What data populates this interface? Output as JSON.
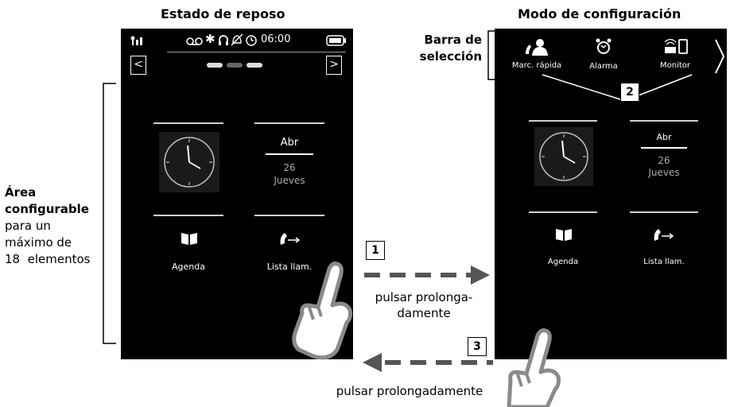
{
  "titles": {
    "left": "Estado de reposo",
    "right": "Modo de configuración"
  },
  "left_screen": {
    "status_time": "06:00",
    "status_icons": [
      "signal-icon",
      "answering-machine-icon",
      "bluetooth-icon",
      "headset-icon",
      "ringer-off-icon",
      "alarm-icon",
      "battery-icon"
    ],
    "nav_prev": "<",
    "nav_next": ">",
    "date_month": "Abr",
    "date_day": "26",
    "date_weekday": "Jueves",
    "tile_agenda": "Agenda",
    "tile_calls": "Lista llam."
  },
  "right_screen": {
    "selection_bar": [
      {
        "label": "Marc. rápida",
        "icon": "speed-dial-icon"
      },
      {
        "label": "Alarma",
        "icon": "alarm-clock-icon"
      },
      {
        "label": "Monitor",
        "icon": "baby-monitor-icon"
      }
    ],
    "date_month": "Abr",
    "date_day": "26",
    "date_weekday": "Jueves",
    "tile_agenda": "Agenda",
    "tile_calls": "Lista llam."
  },
  "annotations": {
    "selection_bar_label_1": "Barra de",
    "selection_bar_label_2": "selección",
    "area_label_1": "Área",
    "area_label_2": "configurable",
    "area_label_3": "para un",
    "area_label_4": "máximo de",
    "area_label_5": "18  elementos",
    "step1": "1",
    "step2": "2",
    "step3": "3",
    "caption_long_press_1": "pulsar prolonga-",
    "caption_long_press_2": "damente",
    "caption_long_press_full": "pulsar prolongadamente"
  },
  "colors": {
    "screen_bg": "#000000",
    "screen_text": "#ffffff",
    "arrow_gray": "#555555",
    "hand_gray": "#8a8a8a"
  }
}
